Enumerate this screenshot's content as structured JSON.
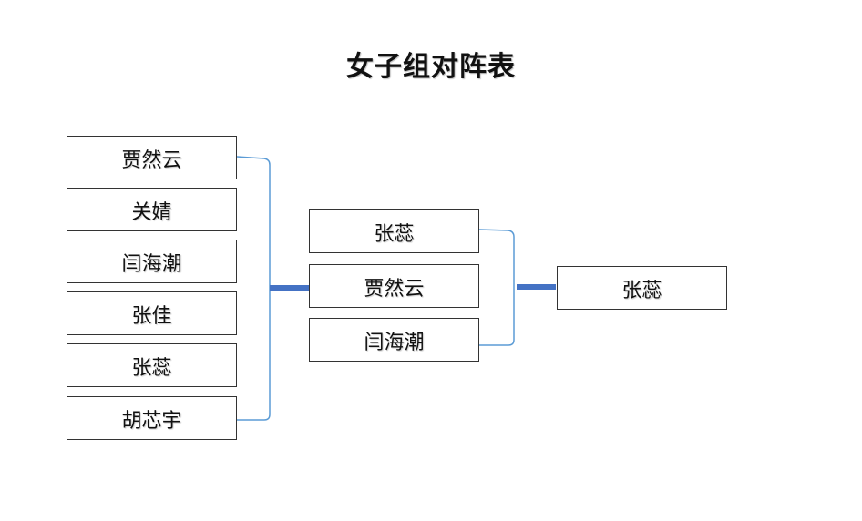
{
  "title": "女子组对阵表",
  "round1": [
    "贾然云",
    "关婧",
    "闫海潮",
    "张佳",
    "张蕊",
    "胡芯宇"
  ],
  "round2": [
    "张蕊",
    "贾然云",
    "闫海潮"
  ],
  "final": [
    "张蕊"
  ],
  "colors": {
    "bracket_line": "#5b9bd5",
    "connector_bar": "#4472c4",
    "box_border": "#333333"
  }
}
